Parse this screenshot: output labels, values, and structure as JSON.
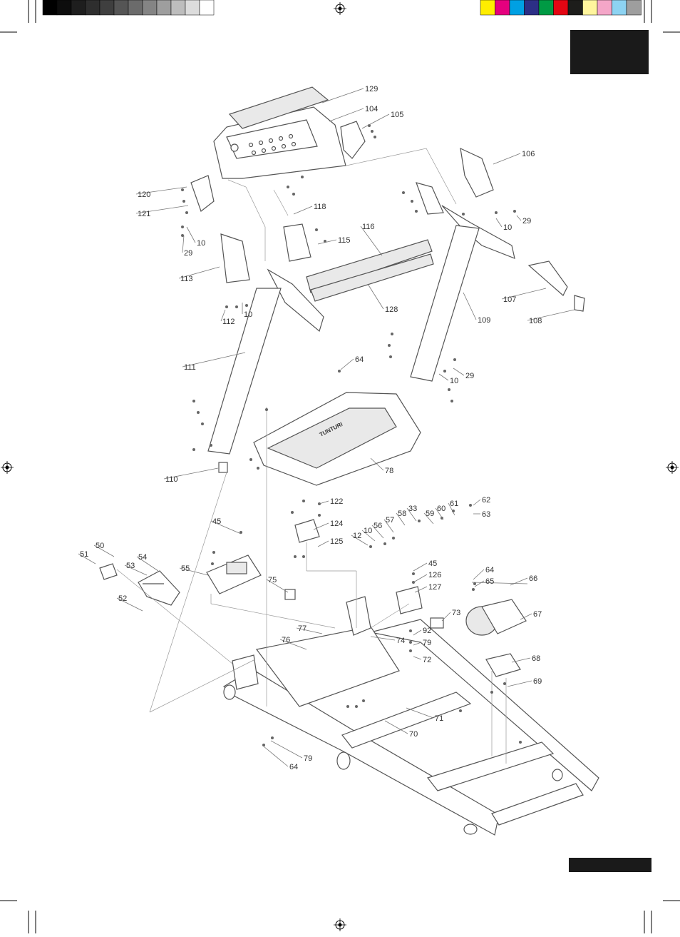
{
  "print_marks": {
    "grayscale_swatches": [
      "#000000",
      "#0d0d0d",
      "#1e1e1e",
      "#2e2e2e",
      "#3f3f3f",
      "#555555",
      "#6b6b6b",
      "#848484",
      "#9e9e9e",
      "#bdbdbd",
      "#dcdcdc",
      "#ffffff"
    ],
    "color_swatches": [
      "#ffed00",
      "#e5007e",
      "#00a0e3",
      "#2c2f86",
      "#009a44",
      "#e30613",
      "#1d1d1b",
      "#fff59d",
      "#f4a6c8",
      "#8dd3f2",
      "#9e9e9e"
    ],
    "registration_icon": "registration-crosshair-icon"
  },
  "header_tab": {
    "color": "#1a1a1a"
  },
  "footer_tab": {
    "color": "#1a1a1a"
  },
  "diagram": {
    "brand_text": "TUNTURI",
    "callouts": [
      {
        "label": "129"
      },
      {
        "label": "104"
      },
      {
        "label": "105"
      },
      {
        "label": "106"
      },
      {
        "label": "120"
      },
      {
        "label": "121"
      },
      {
        "label": "10"
      },
      {
        "label": "29"
      },
      {
        "label": "118"
      },
      {
        "label": "115"
      },
      {
        "label": "116"
      },
      {
        "label": "10"
      },
      {
        "label": "29"
      },
      {
        "label": "113"
      },
      {
        "label": "112"
      },
      {
        "label": "10"
      },
      {
        "label": "128"
      },
      {
        "label": "109"
      },
      {
        "label": "107"
      },
      {
        "label": "108"
      },
      {
        "label": "111"
      },
      {
        "label": "64"
      },
      {
        "label": "29"
      },
      {
        "label": "10"
      },
      {
        "label": "78"
      },
      {
        "label": "110"
      },
      {
        "label": "122"
      },
      {
        "label": "124"
      },
      {
        "label": "125"
      },
      {
        "label": "45"
      },
      {
        "label": "55"
      },
      {
        "label": "50"
      },
      {
        "label": "51"
      },
      {
        "label": "54"
      },
      {
        "label": "53"
      },
      {
        "label": "52"
      },
      {
        "label": "12"
      },
      {
        "label": "10"
      },
      {
        "label": "56"
      },
      {
        "label": "57"
      },
      {
        "label": "58"
      },
      {
        "label": "33"
      },
      {
        "label": "59"
      },
      {
        "label": "60"
      },
      {
        "label": "61"
      },
      {
        "label": "62"
      },
      {
        "label": "63"
      },
      {
        "label": "45"
      },
      {
        "label": "126"
      },
      {
        "label": "127"
      },
      {
        "label": "64"
      },
      {
        "label": "65"
      },
      {
        "label": "66"
      },
      {
        "label": "67"
      },
      {
        "label": "75"
      },
      {
        "label": "73"
      },
      {
        "label": "77"
      },
      {
        "label": "76"
      },
      {
        "label": "74"
      },
      {
        "label": "92"
      },
      {
        "label": "79"
      },
      {
        "label": "72"
      },
      {
        "label": "68"
      },
      {
        "label": "69"
      },
      {
        "label": "71"
      },
      {
        "label": "70"
      },
      {
        "label": "79"
      },
      {
        "label": "64"
      }
    ]
  }
}
